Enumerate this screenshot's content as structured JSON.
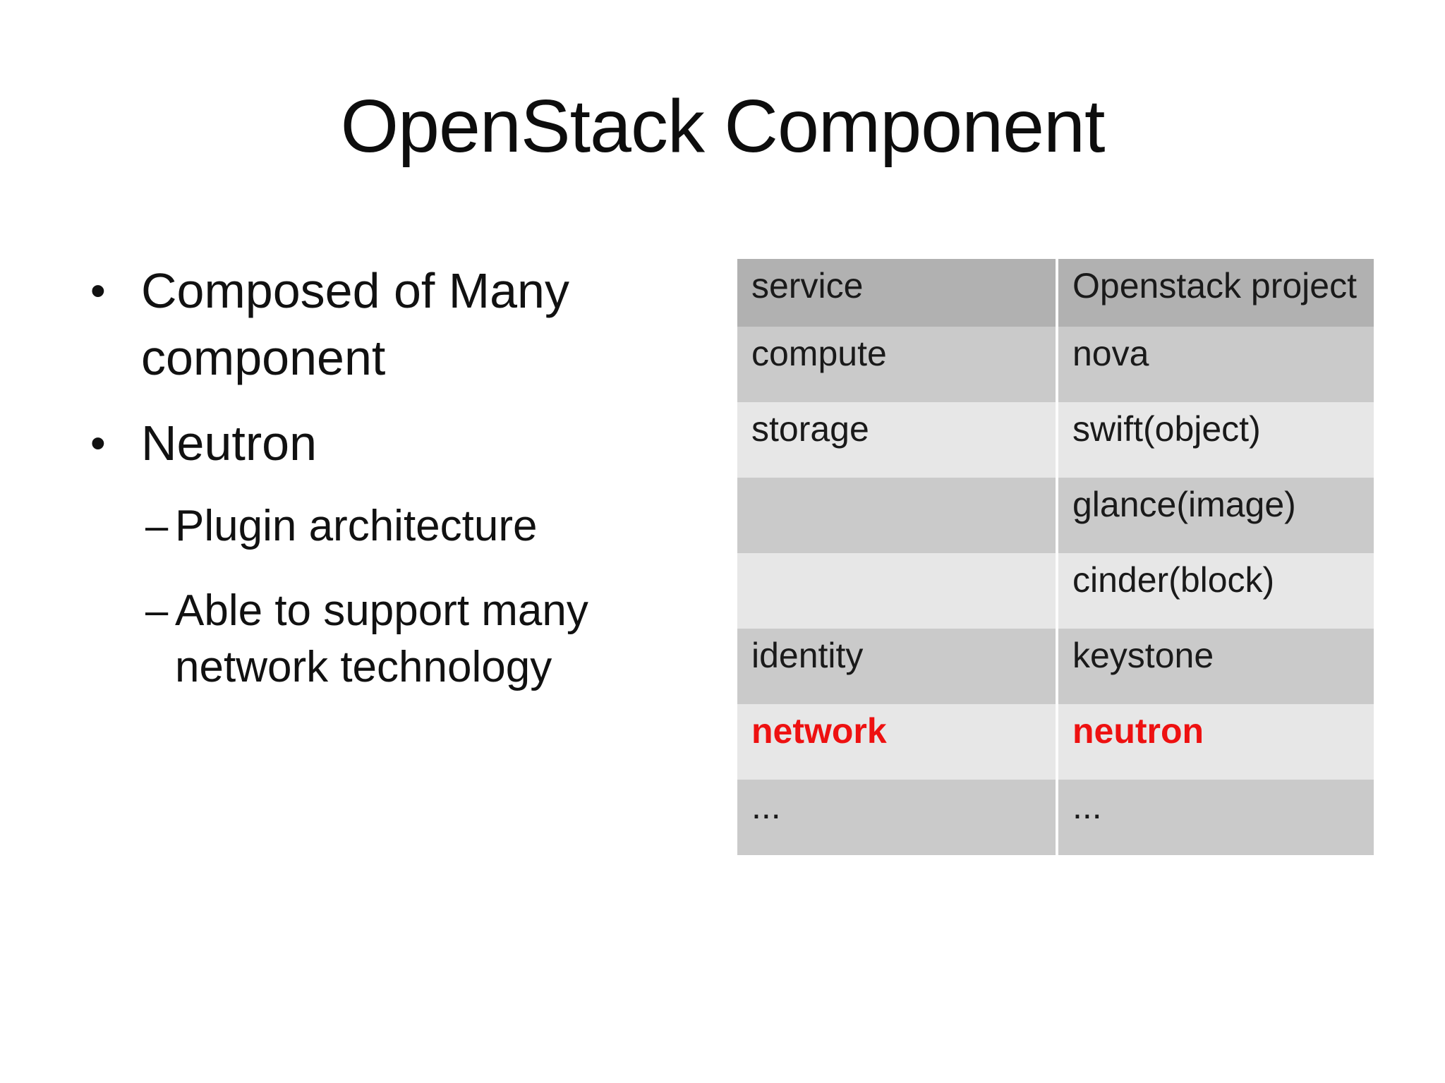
{
  "slide": {
    "title": "OpenStack Component",
    "markers": {
      "bullet": "•",
      "dash": "–"
    },
    "bullets": {
      "item1": "Composed of Many component",
      "item2": "Neutron",
      "sub1": "Plugin architecture",
      "sub2": "Able to support many network technology"
    },
    "table": {
      "headers": [
        "service",
        "Openstack project"
      ],
      "rows": [
        [
          "compute",
          "nova"
        ],
        [
          "storage",
          "swift(object)"
        ],
        [
          "",
          "glance(image)"
        ],
        [
          "",
          "cinder(block)"
        ],
        [
          "identity",
          "keystone"
        ],
        [
          "network",
          "neutron"
        ],
        [
          "...",
          "..."
        ]
      ],
      "highlight_row_index": 5
    },
    "colors": {
      "header_bg": "#b1b1b1",
      "row_dark_bg": "#cacaca",
      "row_light_bg": "#e7e7e7",
      "highlight_text": "#ee1111",
      "body_text": "#1a1a1a",
      "background": "#ffffff"
    }
  }
}
